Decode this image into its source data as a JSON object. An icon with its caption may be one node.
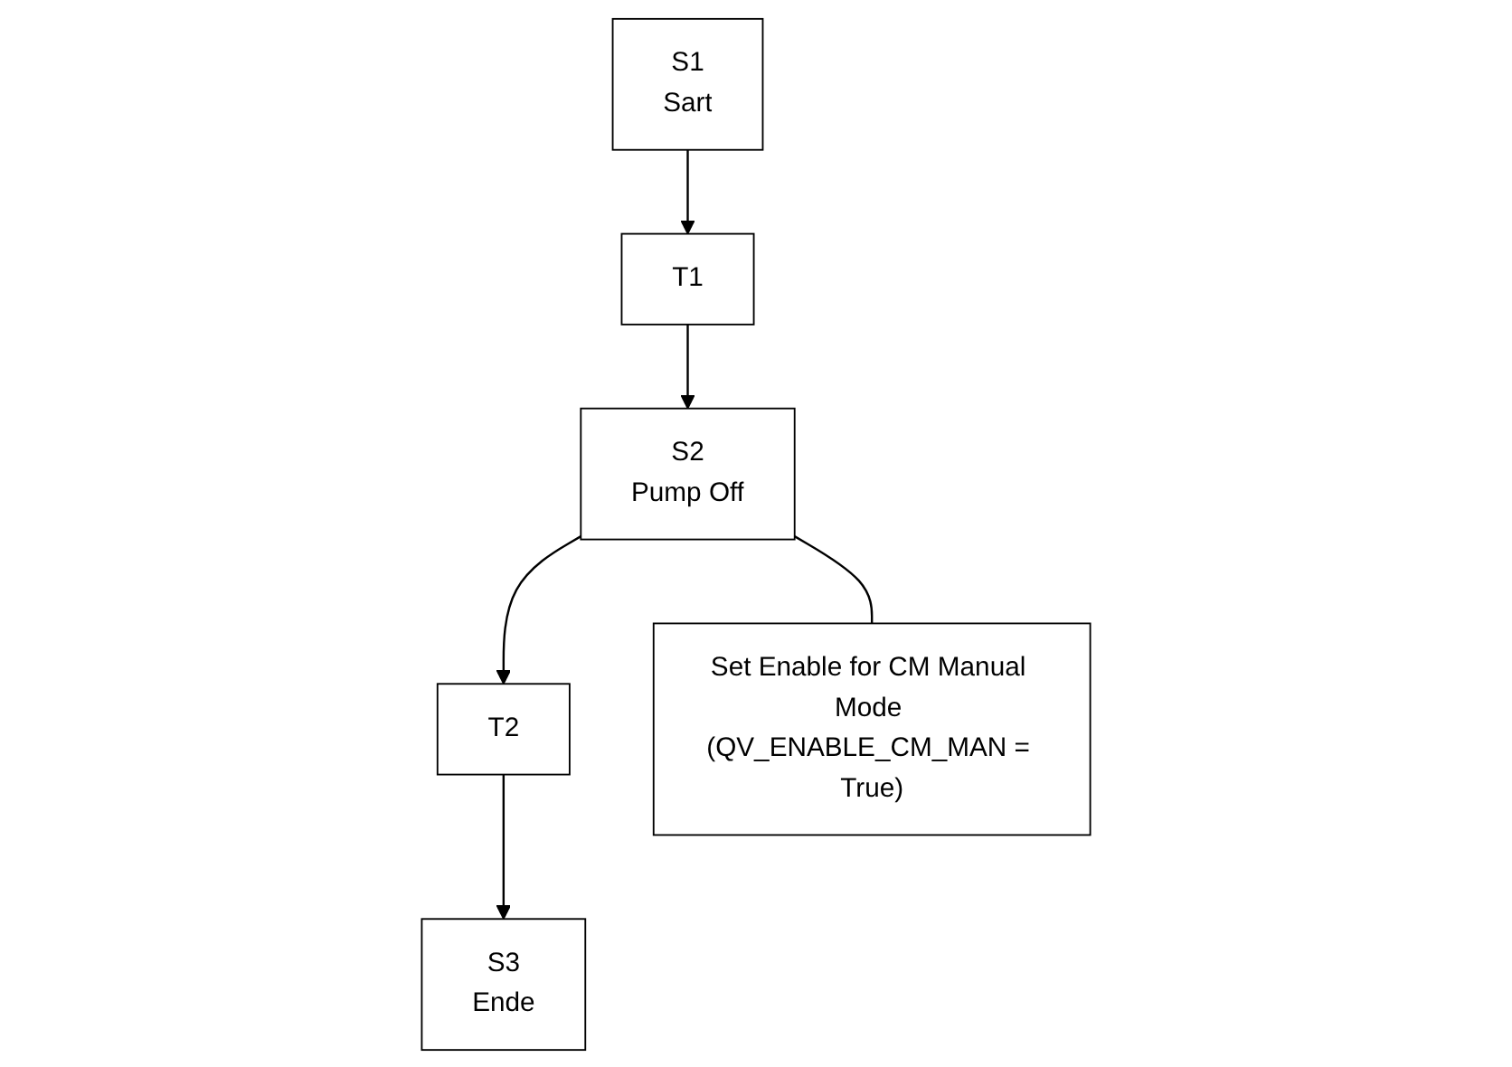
{
  "diagram": {
    "nodes": [
      {
        "text": [
          "S1",
          "Sart"
        ]
      },
      {
        "text": [
          "T1"
        ]
      },
      {
        "text": [
          "S2",
          "Pump Off"
        ]
      },
      {
        "text": [
          "T2"
        ]
      },
      {
        "text": [
          "S3",
          "Ende"
        ]
      },
      {
        "text": [
          "Set Enable for CM Manual Mode (QV_ENABLE_CM_MAN = True)"
        ]
      }
    ],
    "edges": [
      {
        "from": 0,
        "to": 1,
        "arrow": "to"
      },
      {
        "from": 1,
        "to": 2,
        "arrow": "to"
      },
      {
        "from": 2,
        "to": 5,
        "arrow": "none"
      },
      {
        "from": 2,
        "to": 3,
        "arrow": "to"
      },
      {
        "from": 3,
        "to": 4,
        "arrow": "to"
      }
    ]
  }
}
